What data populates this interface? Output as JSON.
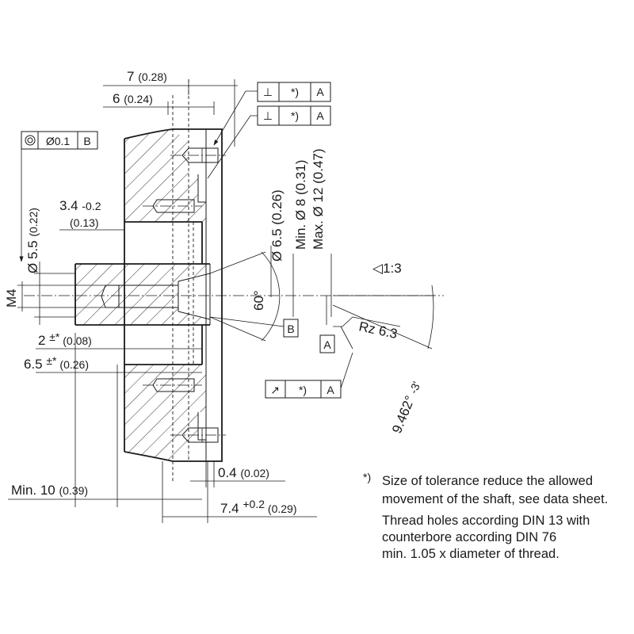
{
  "dimensions": {
    "d7": "7",
    "d7_in": "(0.28)",
    "d6": "6",
    "d6_in": "(0.24)",
    "d34": "3.4",
    "d34_tol": "-0.2",
    "d34_in": "(0.13)",
    "dia55": "Ø 5.5",
    "dia55_in": "(0.22)",
    "m4": "M4",
    "d2": "2",
    "d2_tol": "±*",
    "d2_in": "(0.08)",
    "d65": "6.5",
    "d65_tol": "±*",
    "d65_in": "(0.26)",
    "min10": "Min. 10",
    "min10_in": "(0.39)",
    "d04": "0.4",
    "d04_in": "(0.02)",
    "d74": "7.4",
    "d74_tol": "+0.2",
    "d74_in": "(0.29)",
    "dia65": "Ø 6.5 (0.26)",
    "min_dia8": "Min. Ø 8 (0.31)",
    "max_dia12": "Max. Ø 12 (0.47)",
    "angle60": "60°",
    "taper": "1:3",
    "roughness": "Rz 6.3",
    "angle9462": "9.462°",
    "angle9462_tol": "-3'"
  },
  "frames": {
    "perp_symbol": "⊥",
    "star": "*)",
    "datum_a": "A",
    "datum_b": "B",
    "concentric_value": "Ø0.1",
    "runout_symbol": "↗"
  },
  "notes": {
    "marker": "*)",
    "line1": "Size of tolerance reduce the allowed",
    "line2": "movement of the shaft, see data sheet.",
    "line3": "Thread holes according DIN 13 with",
    "line4": "counterbore according DIN 76",
    "line5": "min. 1.05 x diameter of thread."
  }
}
